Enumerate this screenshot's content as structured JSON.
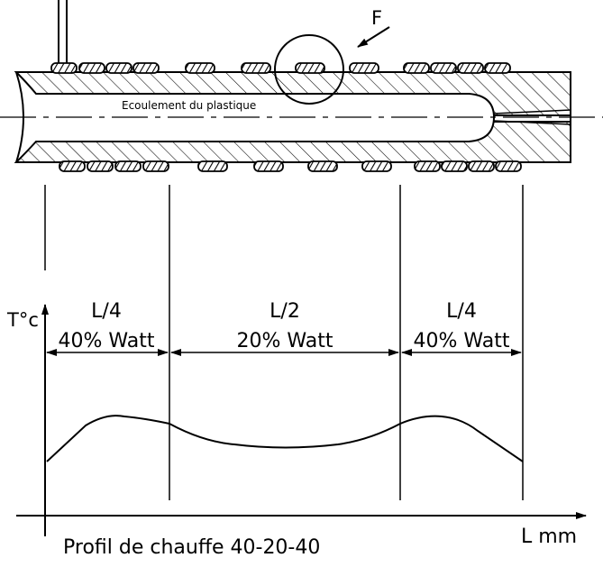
{
  "diagram": {
    "flow_label": "Ecoulement du plastique",
    "force_label": "F",
    "axis": {
      "y_label": "T°c",
      "x_label": "L mm"
    },
    "zones": [
      {
        "fraction": "L/4",
        "power": "40% Watt"
      },
      {
        "fraction": "L/2",
        "power": "20% Watt"
      },
      {
        "fraction": "L/4",
        "power": "40% Watt"
      }
    ],
    "caption": "Profil de chauffe 40-20-40"
  },
  "colors": {
    "line": "#000000",
    "background": "#ffffff"
  }
}
